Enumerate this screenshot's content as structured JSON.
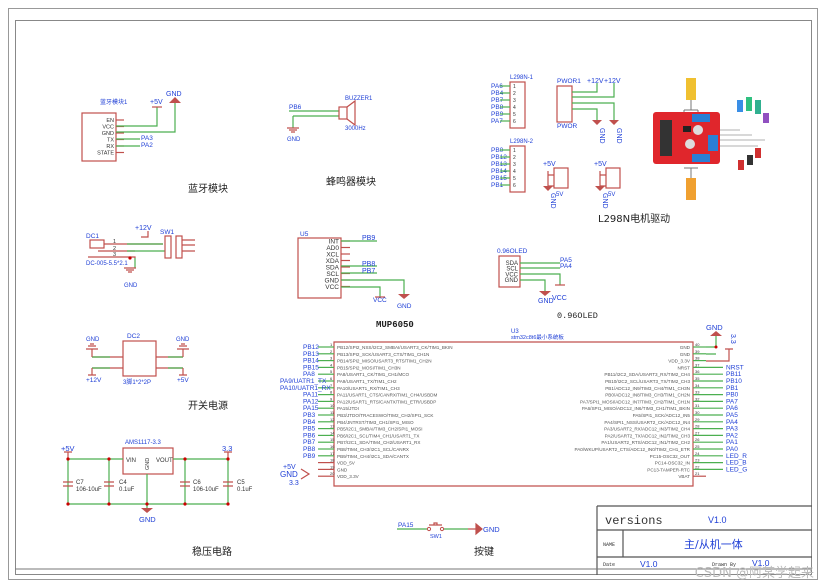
{
  "bluetooth": {
    "part": "蓝牙模块1",
    "pins": [
      "EN",
      "VCC",
      "GND",
      "TX",
      "RX",
      "STATE"
    ],
    "nets": {
      "vcc": "+5V",
      "gnd": "GND",
      "tx": "PA3",
      "rx": "PA2"
    },
    "title": "蓝牙模块"
  },
  "buzzer": {
    "part": "BUZZER1",
    "freq": "3000Hz",
    "net_in": "PB6",
    "gnd": "GND",
    "title": "蜂鸣器模块"
  },
  "l298n": {
    "header1": {
      "part": "L298N-1",
      "nets": [
        "PA6",
        "PB4",
        "PB7",
        "PB8",
        "PB9",
        "PA7"
      ]
    },
    "header2": {
      "part": "L298N-2",
      "nets": [
        "PB0",
        "PB12",
        "PB13",
        "PB14",
        "PB15",
        "PB1"
      ]
    },
    "pwor": {
      "part": "PWOR1",
      "label": "PWOR",
      "nets": [
        "+12V",
        "+12V"
      ],
      "gnd": "GND"
    },
    "sv": {
      "net": "+5V",
      "label": "5V",
      "gnd": "GND"
    },
    "title": "L298N电机驱动"
  },
  "dc_input": {
    "part": "DC1",
    "model": "DC-005-5.5*2.1",
    "switch": "SW1",
    "net": "+12V",
    "gnd": "GND",
    "pins": [
      "1",
      "2",
      "3"
    ],
    "sw_pins": [
      "3",
      "2",
      "1",
      "6",
      "5",
      "4"
    ]
  },
  "mpu": {
    "part": "U5",
    "pins": [
      "INT",
      "AD0",
      "XCL",
      "XDA",
      "SDA",
      "SCL",
      "GND",
      "VCC"
    ],
    "pin_numbers": [
      "8",
      "7",
      "6",
      "5",
      "4",
      "3",
      "2",
      "1"
    ],
    "nets": {
      "int": "PB9",
      "sda": "PB8",
      "scl": "PB7",
      "vcc": "VCC",
      "gnd": "GND"
    },
    "title": "MUP6050"
  },
  "oled": {
    "part": "0.96OLED",
    "pins": [
      "SDA",
      "SCL",
      "VCC",
      "GND"
    ],
    "nets": {
      "sda": "PA5",
      "scl": "PA4",
      "vcc": "VCC",
      "gnd": "GND"
    },
    "title": "0.96OLED"
  },
  "switch_power": {
    "part": "DC2",
    "model": "3脚1*2*2P",
    "nets": {
      "gnd1": "GND",
      "gnd2": "GND",
      "in": "+12V",
      "out": "+5V"
    },
    "title": "开关电源"
  },
  "regulator": {
    "part": "AMS1117-3.3",
    "pins": {
      "vin": "VIN",
      "vout": "VOUT",
      "gnd": "GND"
    },
    "nets": {
      "in": "+5V",
      "out": "3.3",
      "gnd": "GND"
    },
    "caps": [
      {
        "ref": "C7",
        "value": "106-10uF"
      },
      {
        "ref": "C4",
        "value": "0.1uF"
      },
      {
        "ref": "C6",
        "value": "106-10uF"
      },
      {
        "ref": "C5",
        "value": "0.1uF"
      }
    ],
    "title": "稳压电路"
  },
  "mcu": {
    "part": "U3",
    "desc": "stm32c8t6最小系统板",
    "left_pins": [
      {
        "n": "1",
        "name": "PB12/SPI2_NSS/I2C2_SMBAI/USART3_CK/TIM1_BKIN",
        "net": "PB12"
      },
      {
        "n": "2",
        "name": "PB13/SPI2_SCK/USART3_CTS/TIM1_CH1N",
        "net": "PB13"
      },
      {
        "n": "3",
        "name": "PB14/SPI2_MISO/USART3_RTS/TIM1_CH2N",
        "net": "PB14"
      },
      {
        "n": "4",
        "name": "PB15/SPI2_MOSI/TIM1_CH3N",
        "net": "PB15"
      },
      {
        "n": "5",
        "name": "PA8/USART1_CK/TIM1_CH1/MCO",
        "net": "PA8"
      },
      {
        "n": "6",
        "name": "PA9/USART1_TX/TIM1_CH2",
        "net": "PA9/UATR1_TX"
      },
      {
        "n": "7",
        "name": "PA10/USART1_RX/TIM1_CH3",
        "net": "PA10/UATR1_RX"
      },
      {
        "n": "8",
        "name": "PA11/USART1_CTS/CANRX/TIM1_CH4/USBDM",
        "net": "PA11"
      },
      {
        "n": "9",
        "name": "PA12/USART1_RTS/CANTX/TIM1_ETR/USBDP",
        "net": "PA12"
      },
      {
        "n": "10",
        "name": "PA15/JTDI",
        "net": "PA15"
      },
      {
        "n": "11",
        "name": "PB3/JTDO/TRACESWO/TIM2_CH2/SPI1_SCK",
        "net": "PB3"
      },
      {
        "n": "12",
        "name": "PB4/JNTRST/TIM3_CH1/SPI1_MISO",
        "net": "PB4"
      },
      {
        "n": "13",
        "name": "PB5/I2C1_SMBAI/TIM3_CH2/SPI1_MOSI",
        "net": "PB5"
      },
      {
        "n": "14",
        "name": "PB6/I2C1_SCL/TIM4_CH1/USART1_TX",
        "net": "PB6"
      },
      {
        "n": "15",
        "name": "PB7/I2C1_SDA/TIM4_CH2/USART1_RX",
        "net": "PB7"
      },
      {
        "n": "16",
        "name": "PB8/TIM4_CH3/I2C1_SCL/CANRX",
        "net": "PB8"
      },
      {
        "n": "17",
        "name": "PB9/TIM4_CH4/I2C1_SDA/CANTX",
        "net": "PB9"
      },
      {
        "n": "18",
        "name": "VDD_5V",
        "net": "+5V"
      },
      {
        "n": "19",
        "name": "GND",
        "net": "GND"
      },
      {
        "n": "20",
        "name": "VDD_3.3V",
        "net": "3.3"
      }
    ],
    "right_pins": [
      {
        "n": "40",
        "name": "GND",
        "net": ""
      },
      {
        "n": "39",
        "name": "GND",
        "net": ""
      },
      {
        "n": "38",
        "name": "VDD_3.3V",
        "net": ""
      },
      {
        "n": "37",
        "name": "NRST",
        "net": "NRST"
      },
      {
        "n": "36",
        "name": "PB11/I2C2_SDA/USART3_RX/TIM2_CH4",
        "net": "PB11"
      },
      {
        "n": "35",
        "name": "PB10/I2C2_SCL/USART3_TX/TIM2_CH3",
        "net": "PB10"
      },
      {
        "n": "34",
        "name": "PB1/ADC12_IN9/TIM3_CH4/TIM1_CH3N",
        "net": "PB1"
      },
      {
        "n": "33",
        "name": "PB0/ADC12_IN8/TIM3_CH3/TIM1_CH2N",
        "net": "PB0"
      },
      {
        "n": "32",
        "name": "PA7/SPI1_MOSI/ADC12_IN7/TIM3_CH2/TIM1_CH1N",
        "net": "PA7"
      },
      {
        "n": "31",
        "name": "PA6/SPI1_MISO/ADC12_IN6/TIM3_CH1/TIM1_BKIN",
        "net": "PA6"
      },
      {
        "n": "30",
        "name": "PA5/SPI1_SCK/ADC12_IN5",
        "net": "PA5"
      },
      {
        "n": "29",
        "name": "PA4/SPI1_NSS/USART2_CK/ADC12_IN4",
        "net": "PA4"
      },
      {
        "n": "28",
        "name": "PA3/USART2_RX/ADC12_IN3/TIM2_CH4",
        "net": "PA3"
      },
      {
        "n": "27",
        "name": "PA2/USART2_TX/ADC12_IN2/TIM2_CH3",
        "net": "PA2"
      },
      {
        "n": "26",
        "name": "PA1/USART2_RTS/ADC12_IN1/TIM2_CH2",
        "net": "PA1"
      },
      {
        "n": "25",
        "name": "PA0/WKUP/USART2_CTS/ADC12_IN0/TIM2_CH1_ETR",
        "net": "PA0"
      },
      {
        "n": "24",
        "name": "PC15-OSC32_OUT",
        "net": "LED_R"
      },
      {
        "n": "23",
        "name": "PC14-OSC32_IN",
        "net": "LED_B"
      },
      {
        "n": "22",
        "name": "PC13-TAMPER-RTC",
        "net": "LED_G"
      },
      {
        "n": "21",
        "name": "VBAT",
        "net": ""
      }
    ],
    "top_nets": {
      "gnd": "GND",
      "v33": "3.3"
    },
    "left_power": {
      "v5": "+5V",
      "gnd": "GND",
      "v33": "3.3"
    }
  },
  "button": {
    "part": "SW1",
    "net": "PA15",
    "gnd": "GND",
    "title": "按键"
  },
  "titleblock": {
    "versions_label": "versions",
    "version": "V1.0",
    "name_label": "NAME",
    "name": "主/从机一体",
    "date_label": "Date",
    "date": "V1.0",
    "drawn_label": "Drawn By",
    "drawn": "V1.0"
  },
  "watermark": "CSDN @阿某学起来"
}
